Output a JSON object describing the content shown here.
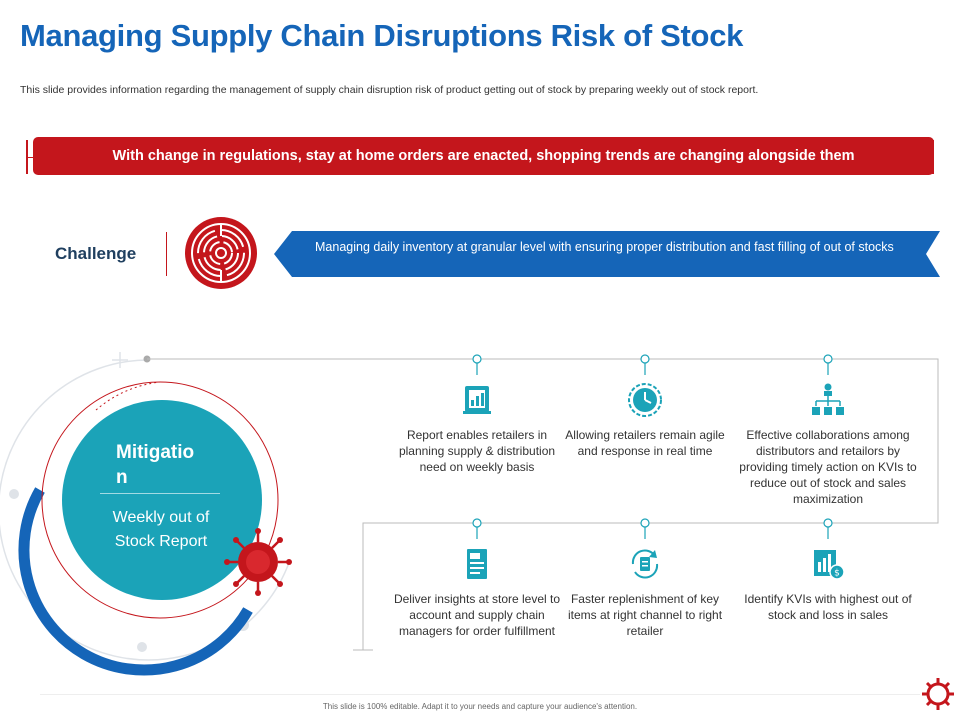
{
  "header": {
    "title": "Managing Supply Chain Disruptions Risk of Stock",
    "subtitle": "This slide provides information regarding the management of supply chain disruption risk of product getting out of stock by preparing weekly out of stock report."
  },
  "banner": {
    "text": "With change in regulations, stay at home orders are enacted, shopping trends are changing alongside them"
  },
  "challenge": {
    "label": "Challenge",
    "description": "Managing daily inventory at granular level with ensuring proper distribution and fast filling of out of stocks",
    "icon": "target-icon"
  },
  "mitigation": {
    "title": "Mitigatio\nn",
    "subtitle": "Weekly out of Stock Report",
    "icon": "virus-icon"
  },
  "features": [
    {
      "icon": "report-chart-icon",
      "text": "Report enables retailers in planning supply & distribution need on weekly basis"
    },
    {
      "icon": "clock-icon",
      "text": "Allowing retailers remain agile and response in real time"
    },
    {
      "icon": "network-hierarchy-icon",
      "text": "Effective collaborations among distributors and retailors by providing timely action on KVIs to reduce out of stock and sales maximization"
    },
    {
      "icon": "document-icon",
      "text": "Deliver insights at store level to account and supply chain managers for order fulfillment"
    },
    {
      "icon": "refresh-clipboard-icon",
      "text": "Faster replenishment of key items at right channel to right retailer"
    },
    {
      "icon": "money-chart-icon",
      "text": "Identify KVIs with highest out of stock and loss in sales"
    }
  ],
  "footer": {
    "text": "This slide is 100% editable. Adapt it to your needs and capture your audience's attention."
  },
  "colors": {
    "primary_blue": "#1565b8",
    "accent_red": "#c4161c",
    "teal": "#1ba3b8"
  }
}
